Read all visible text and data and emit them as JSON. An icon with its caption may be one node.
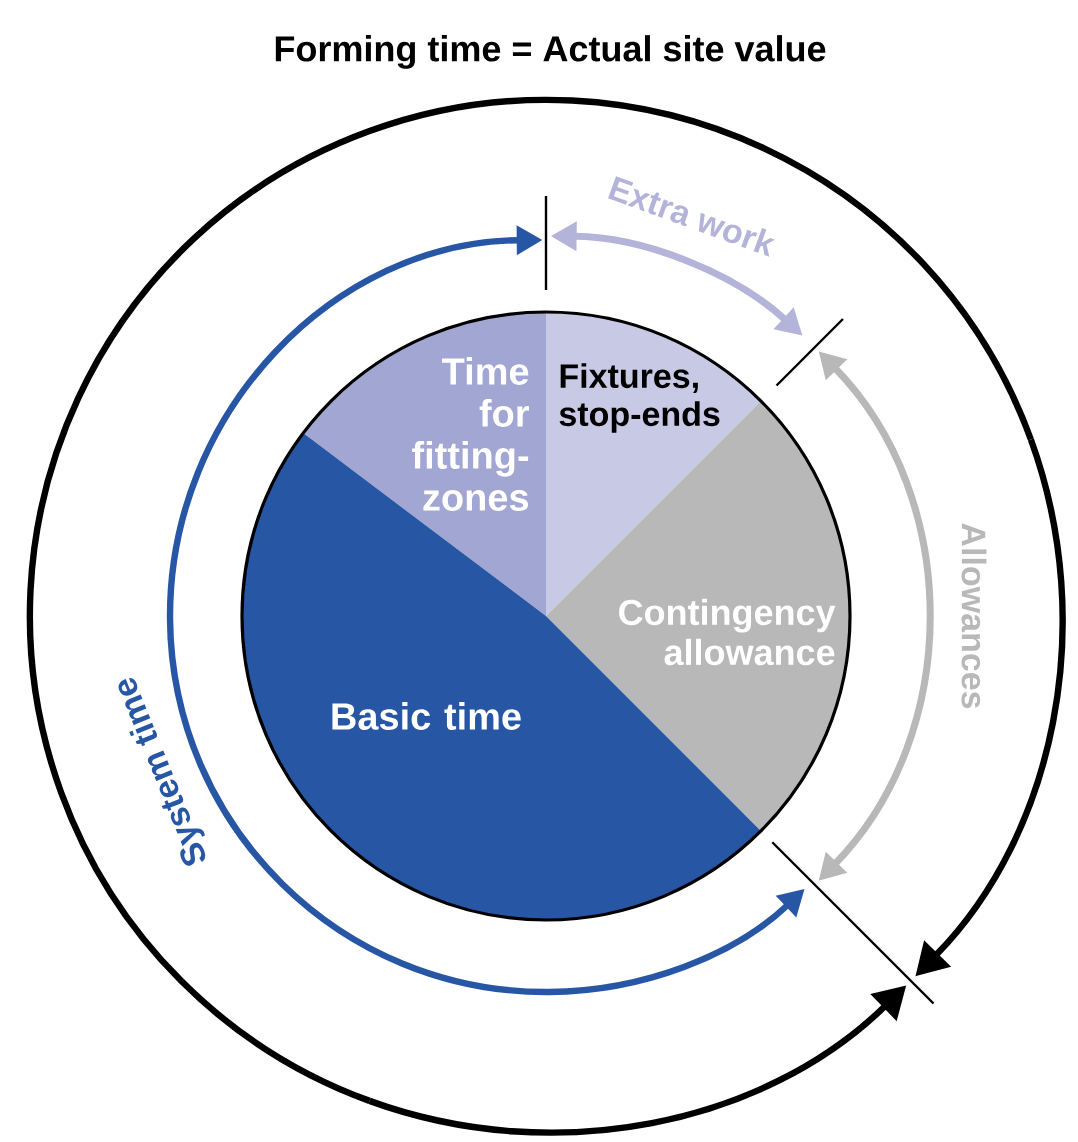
{
  "diagram": {
    "title": "Forming time = Actual site value",
    "nodes": [
      {
        "text": [
          "Time for fitting-zones"
        ]
      },
      {
        "text": [
          "Fixtures, stop-ends"
        ]
      },
      {
        "text": [
          "Contingency allowance"
        ]
      },
      {
        "text": [
          "Basic time"
        ]
      }
    ],
    "labels": [
      "Extra work",
      "Allowances",
      "System time"
    ]
  }
}
